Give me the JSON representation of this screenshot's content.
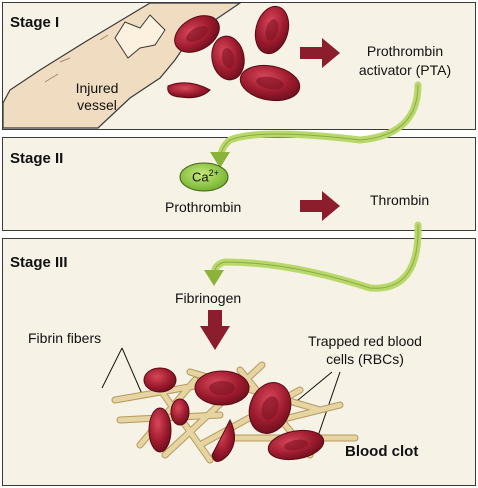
{
  "stages": [
    {
      "title": "Stage I"
    },
    {
      "title": "Stage II"
    },
    {
      "title": "Stage III"
    }
  ],
  "labels": {
    "injured_vessel_line1": "Injured",
    "injured_vessel_line2": "vessel",
    "pta_line1": "Prothrombin",
    "pta_line2": "activator (PTA)",
    "calcium": "Ca",
    "calcium_charge": "2+",
    "prothrombin": "Prothrombin",
    "thrombin": "Thrombin",
    "fibrinogen": "Fibrinogen",
    "fibrin_fibers": "Fibrin fibers",
    "trapped_line1": "Trapped red blood",
    "trapped_line2": "cells (RBCs)",
    "blood_clot": "Blood clot"
  },
  "colors": {
    "stage_bg": "#f7f2e6",
    "rbc": "#9e1b2e",
    "arrow": "#8c1d2c",
    "green_arrow": "#b9d86a",
    "calcium_fill": "#8cc63f",
    "fibrin": "#e2cf9a"
  }
}
